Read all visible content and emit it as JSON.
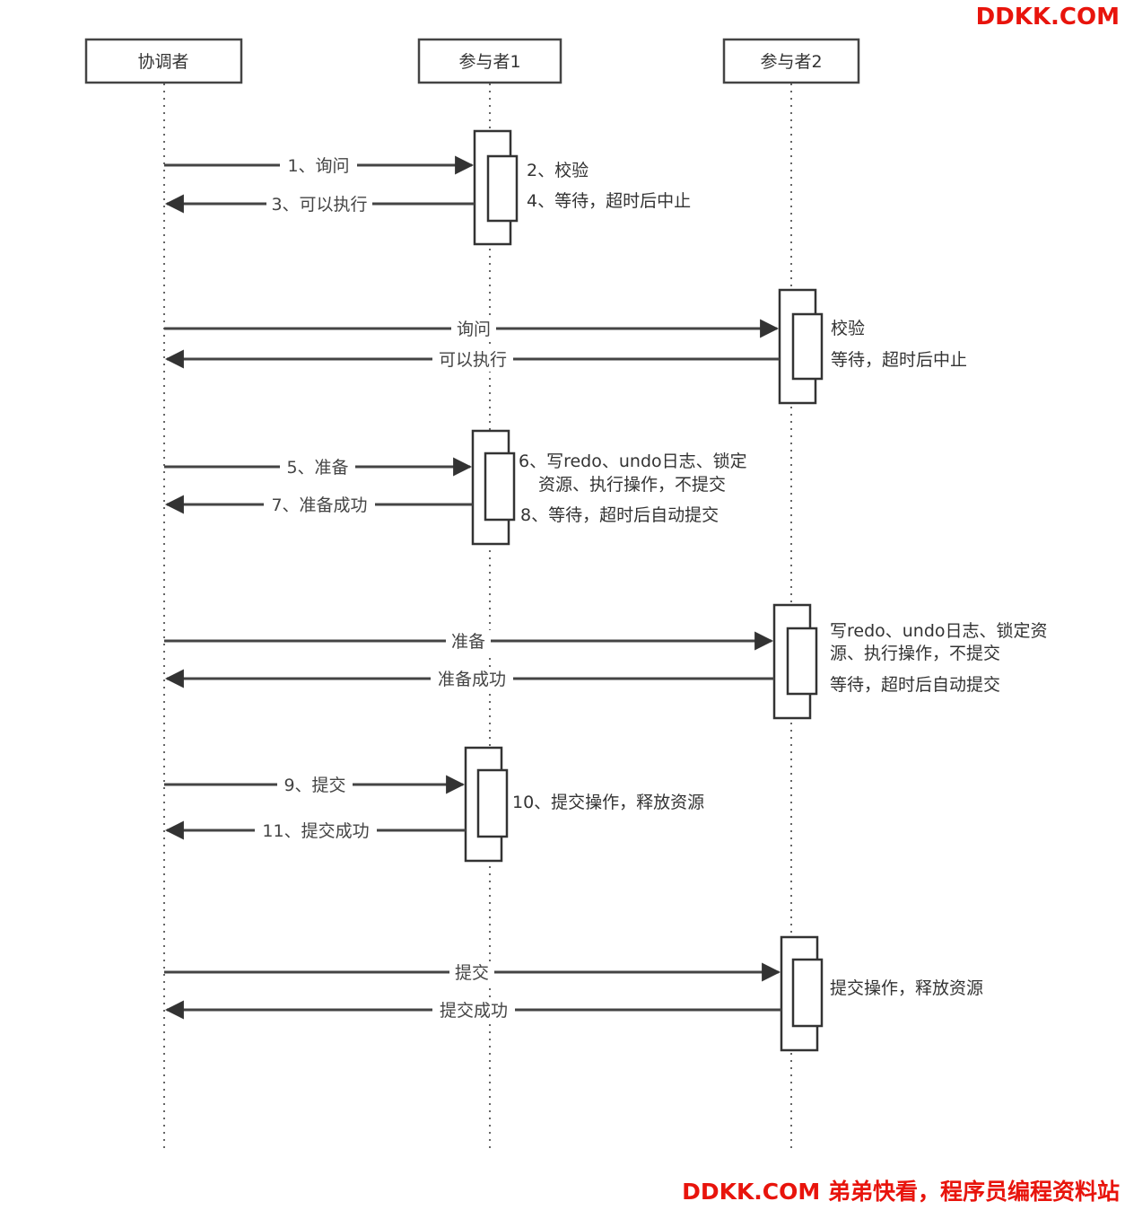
{
  "actors": [
    {
      "id": "coordinator",
      "label": "协调者"
    },
    {
      "id": "p1",
      "label": "参与者1"
    },
    {
      "id": "p2",
      "label": "参与者2"
    }
  ],
  "messages": [
    {
      "from": "coordinator",
      "to": "p1",
      "label": "1、询问"
    },
    {
      "from": "p1",
      "to": "coordinator",
      "label": "3、可以执行"
    },
    {
      "from": "coordinator",
      "to": "p2",
      "label": "询问"
    },
    {
      "from": "p2",
      "to": "coordinator",
      "label": "可以执行"
    },
    {
      "from": "coordinator",
      "to": "p1",
      "label": "5、准备"
    },
    {
      "from": "p1",
      "to": "coordinator",
      "label": "7、准备成功"
    },
    {
      "from": "coordinator",
      "to": "p2",
      "label": "准备"
    },
    {
      "from": "p2",
      "to": "coordinator",
      "label": "准备成功"
    },
    {
      "from": "coordinator",
      "to": "p1",
      "label": "9、提交"
    },
    {
      "from": "p1",
      "to": "coordinator",
      "label": "11、提交成功"
    },
    {
      "from": "coordinator",
      "to": "p2",
      "label": "提交"
    },
    {
      "from": "p2",
      "to": "coordinator",
      "label": "提交成功"
    }
  ],
  "notes": [
    {
      "lines": [
        "2、校验"
      ]
    },
    {
      "lines": [
        "4、等待，超时后中止"
      ]
    },
    {
      "lines": [
        "校验"
      ]
    },
    {
      "lines": [
        "等待，超时后中止"
      ]
    },
    {
      "lines": [
        "6、写redo、undo日志、锁定",
        "资源、执行操作，不提交"
      ]
    },
    {
      "lines": [
        "8、等待，超时后自动提交"
      ]
    },
    {
      "lines": [
        "写redo、undo日志、锁定资",
        "源、执行操作，不提交"
      ]
    },
    {
      "lines": [
        "等待，超时后自动提交"
      ]
    },
    {
      "lines": [
        "10、提交操作，释放资源"
      ]
    },
    {
      "lines": [
        "提交操作，释放资源"
      ]
    }
  ],
  "watermark": {
    "top": "DDKK.COM",
    "bottom": "DDKK.COM 弟弟快看，程序员编程资料站"
  }
}
